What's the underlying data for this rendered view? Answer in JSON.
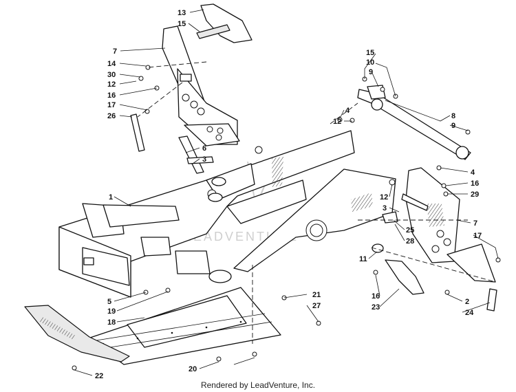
{
  "footer": {
    "credit": "Rendered by LeadVenture, Inc."
  },
  "watermark": {
    "text": "LEADVENTURE"
  },
  "callouts": [
    {
      "label": "13"
    },
    {
      "label": "15"
    },
    {
      "label": "7"
    },
    {
      "label": "14"
    },
    {
      "label": "30"
    },
    {
      "label": "12"
    },
    {
      "label": "16"
    },
    {
      "label": "17"
    },
    {
      "label": "26"
    },
    {
      "label": "15"
    },
    {
      "label": "10"
    },
    {
      "label": "9"
    },
    {
      "label": "4"
    },
    {
      "label": "12"
    },
    {
      "label": "8"
    },
    {
      "label": "9"
    },
    {
      "label": "6"
    },
    {
      "label": "3"
    },
    {
      "label": "1"
    },
    {
      "label": "4"
    },
    {
      "label": "16"
    },
    {
      "label": "29"
    },
    {
      "label": "12"
    },
    {
      "label": "3"
    },
    {
      "label": "7"
    },
    {
      "label": "25"
    },
    {
      "label": "28"
    },
    {
      "label": "17"
    },
    {
      "label": "11"
    },
    {
      "label": "5"
    },
    {
      "label": "19"
    },
    {
      "label": "18"
    },
    {
      "label": "21"
    },
    {
      "label": "27"
    },
    {
      "label": "16"
    },
    {
      "label": "23"
    },
    {
      "label": "2"
    },
    {
      "label": "24"
    },
    {
      "label": "20"
    },
    {
      "label": "22"
    }
  ]
}
